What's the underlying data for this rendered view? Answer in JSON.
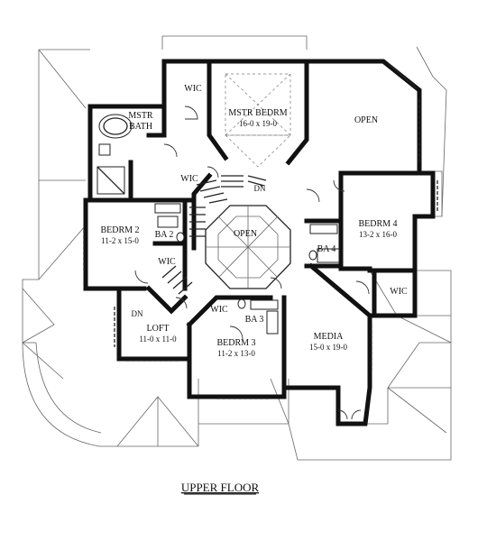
{
  "rooms": {
    "mstr_bedrm": {
      "name": "MSTR BEDRM",
      "dims": "16-0 x 19-0"
    },
    "open_top": {
      "name": "OPEN"
    },
    "mstr_bath": {
      "name1": "MSTR",
      "name2": "BATH"
    },
    "wic_top": {
      "name": "WIC"
    },
    "wic_mid": {
      "name": "WIC"
    },
    "dn_upper": {
      "name": "DN"
    },
    "bedrm2": {
      "name": "BEDRM 2",
      "dims": "11-2 x 15-0"
    },
    "ba2": {
      "name": "BA 2"
    },
    "wic_bed2": {
      "name": "WIC"
    },
    "open_center": {
      "name": "OPEN"
    },
    "bedrm4": {
      "name": "BEDRM 4",
      "dims": "13-2 x 16-0"
    },
    "ba4": {
      "name": "BA 4"
    },
    "wic_bed4": {
      "name": "WIC"
    },
    "dn_lower": {
      "name": "DN"
    },
    "loft": {
      "name": "LOFT",
      "dims": "11-0 x 11-0"
    },
    "wic_bed3": {
      "name": "WIC"
    },
    "ba3": {
      "name": "BA 3"
    },
    "bedrm3": {
      "name": "BEDRM 3",
      "dims": "11-2 x 13-0"
    },
    "media": {
      "name": "MEDIA",
      "dims": "15-0 x 19-0"
    }
  },
  "title": "UPPER FLOOR"
}
